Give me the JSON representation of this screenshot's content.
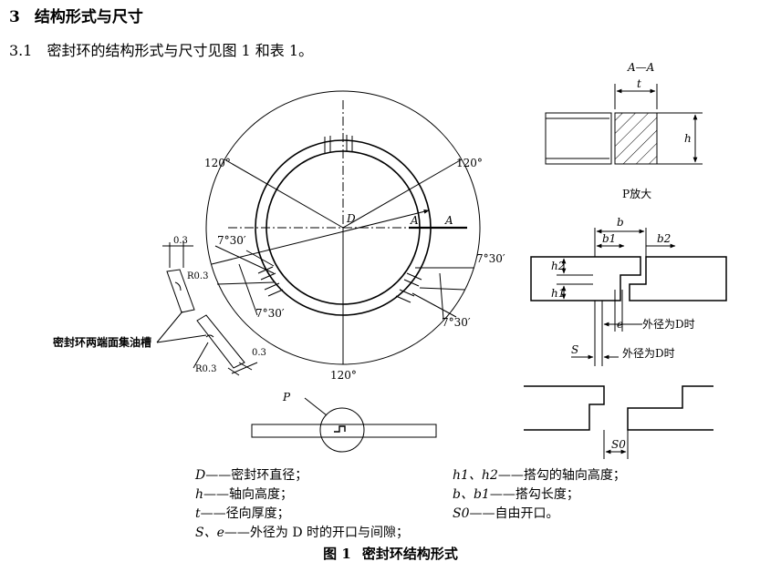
{
  "section": {
    "number": "3",
    "title": "结构形式与尺寸"
  },
  "subsection": {
    "number": "3.1",
    "text": "密封环的结构形式与尺寸见图 1 和表 1。"
  },
  "figure": {
    "angles": {
      "top_left": "120°",
      "top_right": "120°",
      "bottom": "120°"
    },
    "labels": {
      "D": "D",
      "A": "A",
      "angle_7_30": "7°30′",
      "dim_0_3": "0.3",
      "r_0_3": "R0.3",
      "groove_note": "密封环两端面集油槽",
      "P": "P",
      "section_AA": "A—A",
      "t": "t",
      "h": "h",
      "p_enlarged": "P放大",
      "b": "b",
      "b1": "b1",
      "b2": "b2",
      "h1": "h1",
      "h2": "h2",
      "e": "e",
      "S": "S",
      "S0": "S0",
      "outer_D": "外径为D时"
    }
  },
  "legend": [
    {
      "sym": "D",
      "desc": "——密封环直径；"
    },
    {
      "sym": "h",
      "desc": "——轴向高度；"
    },
    {
      "sym": "t",
      "desc": "——径向厚度；"
    },
    {
      "sym": "S、e",
      "desc": "——外径为 D 时的开口与间隙；"
    },
    {
      "sym": "h1、h2",
      "desc": "——搭勾的轴向高度；"
    },
    {
      "sym": "b、b1",
      "desc": "——搭勾长度；"
    },
    {
      "sym": "S0",
      "desc": "——自由开口。"
    }
  ],
  "caption": {
    "label": "图 1",
    "title": "密封环结构形式"
  }
}
